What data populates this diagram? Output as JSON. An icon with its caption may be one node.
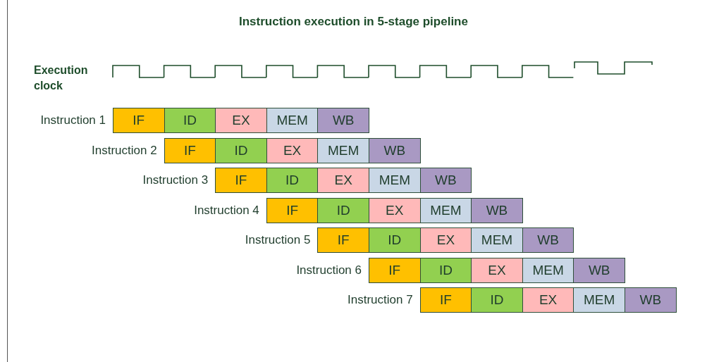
{
  "diagram": {
    "title": "Instruction execution in 5-stage pipeline",
    "nodes": [
      {
        "text": [
          "IF"
        ],
        "beside": [
          "Instruction 1"
        ]
      },
      {
        "text": [
          "ID"
        ]
      },
      {
        "text": [
          "EX"
        ]
      },
      {
        "text": [
          "MEM"
        ]
      },
      {
        "text": [
          "WB"
        ]
      },
      {
        "text": [
          "IF"
        ],
        "beside": [
          "Instruction 2"
        ]
      },
      {
        "text": [
          "ID"
        ]
      },
      {
        "text": [
          "EX"
        ]
      },
      {
        "text": [
          "MEM"
        ]
      },
      {
        "text": [
          "WB"
        ]
      },
      {
        "text": [
          "IF"
        ],
        "beside": [
          "Instruction 3"
        ]
      },
      {
        "text": [
          "ID"
        ]
      },
      {
        "text": [
          "EX"
        ]
      },
      {
        "text": [
          "MEM"
        ]
      },
      {
        "text": [
          "WB"
        ]
      },
      {
        "text": [
          "IF"
        ],
        "beside": [
          "Instruction 4"
        ]
      },
      {
        "text": [
          "ID"
        ]
      },
      {
        "text": [
          "EX"
        ]
      },
      {
        "text": [
          "MEM"
        ]
      },
      {
        "text": [
          "WB"
        ]
      },
      {
        "text": [
          "IF"
        ],
        "beside": [
          "Instruction 5"
        ]
      },
      {
        "text": [
          "ID"
        ]
      },
      {
        "text": [
          "EX"
        ]
      },
      {
        "text": [
          "MEM"
        ]
      },
      {
        "text": [
          "WB"
        ]
      },
      {
        "text": [
          "IF"
        ],
        "beside": [
          "Instruction 6"
        ]
      },
      {
        "text": [
          "ID"
        ]
      },
      {
        "text": [
          "EX"
        ]
      },
      {
        "text": [
          "MEM"
        ]
      },
      {
        "text": [
          "WB"
        ]
      },
      {
        "text": [
          "IF"
        ],
        "beside": [
          "Instruction 7"
        ]
      },
      {
        "text": [
          "ID"
        ]
      },
      {
        "text": [
          "EX"
        ]
      },
      {
        "text": [
          "MEM"
        ]
      },
      {
        "text": [
          "WB"
        ]
      }
    ],
    "labels": [
      "Execution clock"
    ]
  }
}
